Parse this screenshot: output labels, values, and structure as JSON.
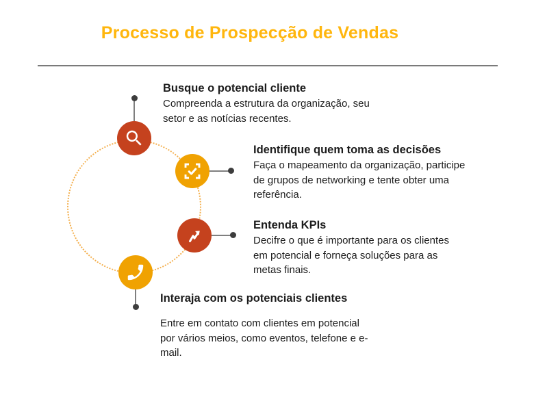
{
  "title": "Processo de Prospecção de Vendas",
  "colors": {
    "title": "#FFB60D",
    "red_node": "#C5421E",
    "amber_node": "#F0A202",
    "ring": "#F4B04F",
    "connector_line": "#7F7F7F",
    "connector_dot": "#3D3D3D",
    "divider": "#7A7A7A",
    "text": "#1C1C1C"
  },
  "steps": [
    {
      "title": "Busque o potencial cliente",
      "description": "Compreenda a estrutura da organização, seu\nsetor e as notícias recentes.",
      "icon": "search-icon",
      "color": "#C5421E"
    },
    {
      "title": "Identifique quem toma as decisões",
      "description": "Faça o mapeamento da organização, participe\nde grupos de networking e tente obter uma\nreferência.",
      "icon": "decision-check-icon",
      "color": "#F0A202"
    },
    {
      "title": "Entenda KPIs",
      "description": "Decifre o que é importante para os clientes\nem potencial e forneça soluções para as\nmetas finais.",
      "icon": "trend-arrow-icon",
      "color": "#C5421E"
    },
    {
      "title": "Interaja com os potenciais clientes",
      "description": "Entre em contato com clientes em potencial\npor vários meios, como eventos, telefone e e-\nmail.",
      "icon": "phone-icon",
      "color": "#F0A202"
    }
  ]
}
